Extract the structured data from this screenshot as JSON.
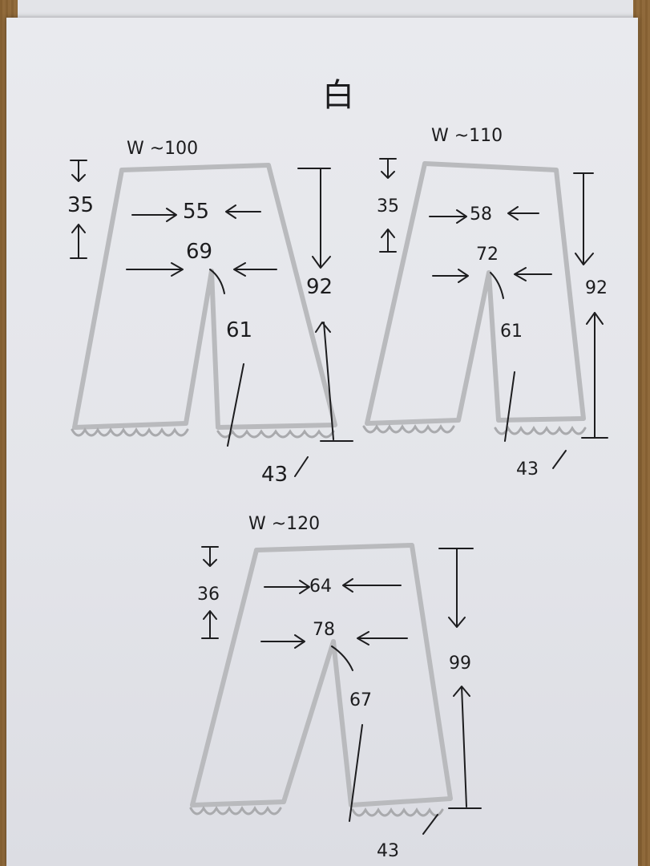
{
  "title": "白",
  "patterns": [
    {
      "size": "W ~100",
      "waist_depth": "35",
      "waist_width": "55",
      "hip_width": "69",
      "total_length": "92",
      "inseam": "61",
      "hem_width": "43"
    },
    {
      "size": "W ~110",
      "waist_depth": "35",
      "waist_width": "58",
      "hip_width": "72",
      "total_length": "92",
      "inseam": "61",
      "hem_width": "43"
    },
    {
      "size": "W ~120",
      "waist_depth": "36",
      "waist_width": "64",
      "hip_width": "78",
      "total_length": "99",
      "inseam": "67",
      "hem_width": "43"
    }
  ],
  "colors": {
    "paper": "#e6e7ec",
    "pencil": "#b9babd",
    "ink": "#1d1d1f",
    "desk": "#9a7446"
  }
}
